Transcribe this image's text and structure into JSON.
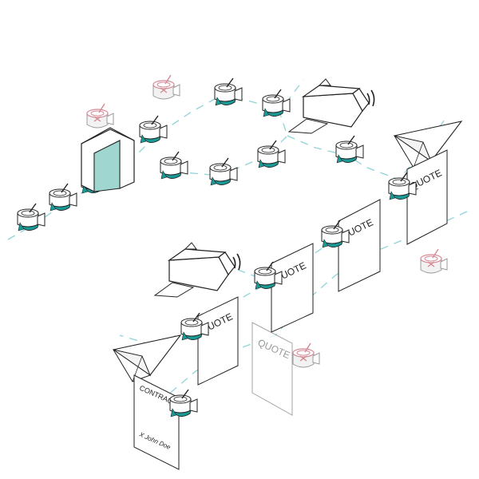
{
  "labels": {
    "quote": "QUOTE",
    "contract": "CONTRACT",
    "signature": "X John Doe"
  },
  "colors": {
    "teal": "#1a9a96",
    "teal_light": "#9fd6cf",
    "flow_line": "#8fd3d8",
    "rejected": "#d48a95",
    "stroke": "#222222",
    "faded_stroke": "#888888"
  },
  "icons": {
    "character": "bowler-hat-bee-icon",
    "rejected_character": "rejected-bee-icon",
    "shuttle": "space-shuttle-icon",
    "paper_plane": "paper-plane-icon",
    "gate": "entry-gate-icon",
    "document": "document-icon"
  }
}
